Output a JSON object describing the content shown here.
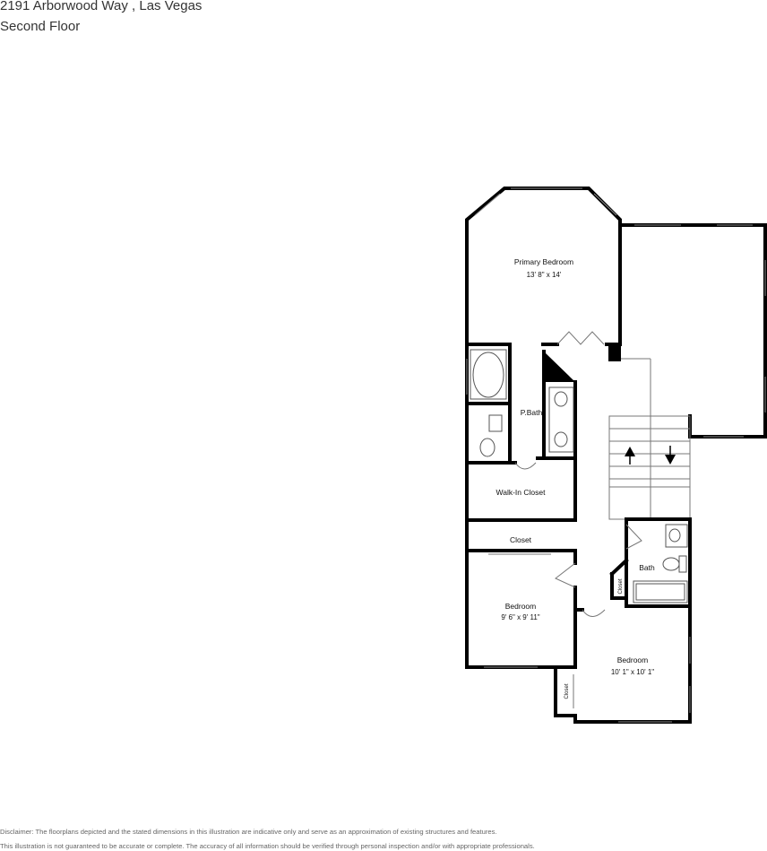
{
  "header": {
    "address": "2191 Arborwood Way , Las Vegas",
    "floor": "Second Floor"
  },
  "rooms": {
    "primary_bedroom": {
      "name": "Primary Bedroom",
      "dims": "13' 8\" x 14'"
    },
    "p_bath": {
      "name": "P.Bath"
    },
    "walk_in_closet": {
      "name": "Walk-In Closet"
    },
    "closet_main": {
      "name": "Closet"
    },
    "bedroom_1": {
      "name": "Bedroom",
      "dims": "9' 6\" x 9' 11\""
    },
    "bedroom_2": {
      "name": "Bedroom",
      "dims": "10' 1\" x 10' 1\""
    },
    "bath": {
      "name": "Bath"
    },
    "closet_hall": {
      "name": "Closet"
    },
    "closet_small": {
      "name": "Closet"
    }
  },
  "disclaimer": {
    "line1": "Disclaimer: The floorplans depicted and the stated dimensions in this illustration are indicative only and serve as an approximation of existing structures and features.",
    "line2": "This illustration is not guaranteed to be accurate or complete. The accuracy of all information should be verified through personal inspection and/or with appropriate professionals."
  },
  "colors": {
    "wall": "#000000",
    "background": "#ffffff"
  }
}
